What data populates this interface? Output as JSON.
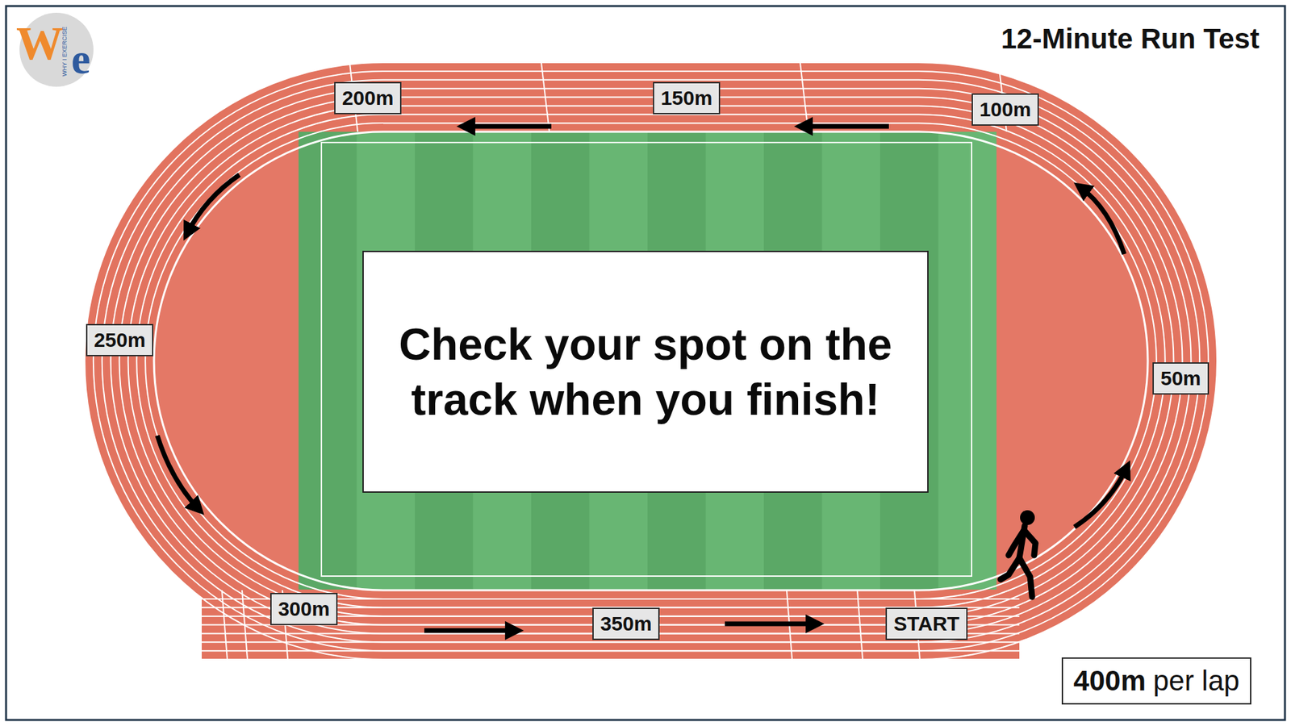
{
  "diagram": {
    "title": "12-Minute Run Test",
    "nodes": [
      {
        "text": [
          "200m"
        ]
      },
      {
        "text": [
          "150m"
        ]
      },
      {
        "text": [
          "100m"
        ]
      },
      {
        "text": [
          "250m"
        ]
      },
      {
        "text": [
          "Check your spot on the track when you finish!"
        ]
      },
      {
        "text": [
          "50m"
        ]
      },
      {
        "text": [
          "300m"
        ]
      },
      {
        "text": [
          "350m"
        ]
      },
      {
        "text": [
          "START"
        ]
      },
      {
        "text": [
          "400m",
          "per lap"
        ]
      }
    ],
    "labels": [
      "W",
      "e",
      "WHY I EXERCISE"
    ]
  }
}
